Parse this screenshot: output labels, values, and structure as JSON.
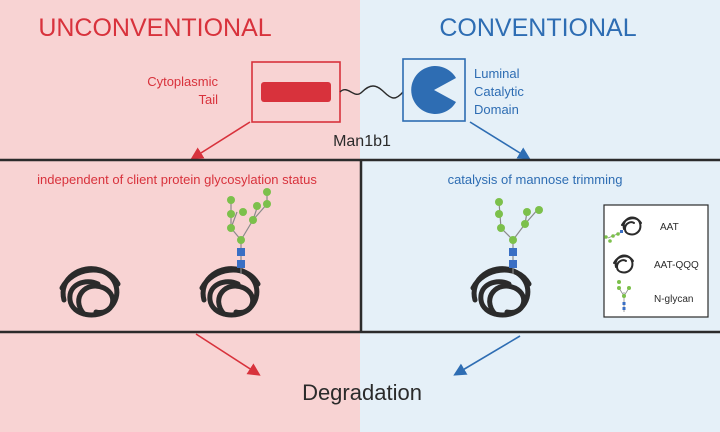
{
  "left_panel": {
    "title": "UNCONVENTIONAL",
    "domain_label_line1": "Cytoplasmic",
    "domain_label_line2": "Tail",
    "row_caption": "independent of client protein glycosylation status",
    "color": "#d8323c",
    "bg": "#f8d3d3"
  },
  "right_panel": {
    "title": "CONVENTIONAL",
    "domain_label_line1": "Luminal",
    "domain_label_line2": "Catalytic",
    "domain_label_line3": "Domain",
    "row_caption": "catalysis of mannose trimming",
    "color": "#2e6db3",
    "bg": "#e5f0f8"
  },
  "protein_name": "Man1b1",
  "outcome": "Degradation",
  "legend": {
    "items": [
      {
        "label": "AAT",
        "icon": "glycosylated-protein-icon"
      },
      {
        "label": "AAT-QQQ",
        "icon": "unglycosylated-protein-icon"
      },
      {
        "label": "N-glycan",
        "icon": "n-glycan-icon"
      }
    ]
  },
  "colors": {
    "glycan_green": "#7cc04b",
    "glycan_blue": "#3a6fc4",
    "protein_black": "#2b2b2b",
    "divider": "#2b2b2b"
  }
}
